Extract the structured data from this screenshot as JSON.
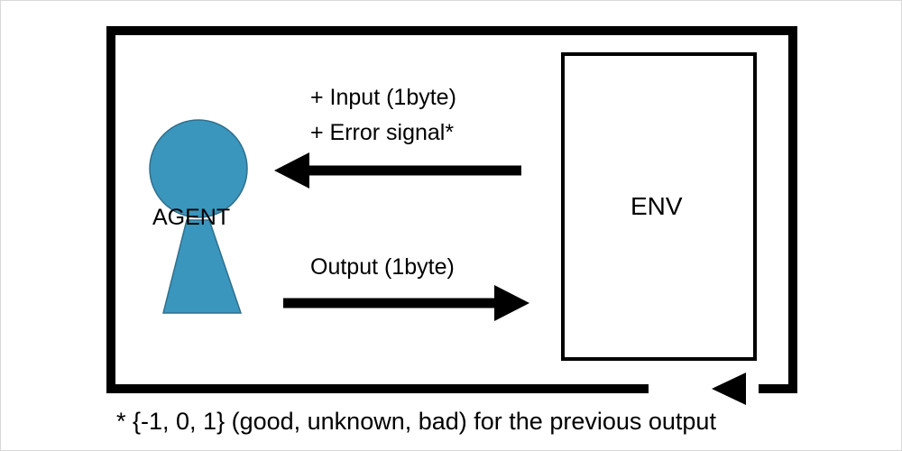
{
  "diagram": {
    "input_label": "+ Input (1byte)",
    "error_label": "+ Error signal*",
    "output_label": "Output (1byte)",
    "agent_label": "AGENT",
    "env_label": "ENV",
    "footnote": "* {-1, 0, 1} (good, unknown, bad) for the previous output",
    "colors": {
      "agent_fill": "#3a96bd",
      "agent_stroke": "#2f6f8c",
      "line": "#000000",
      "background": "#ffffff"
    }
  }
}
